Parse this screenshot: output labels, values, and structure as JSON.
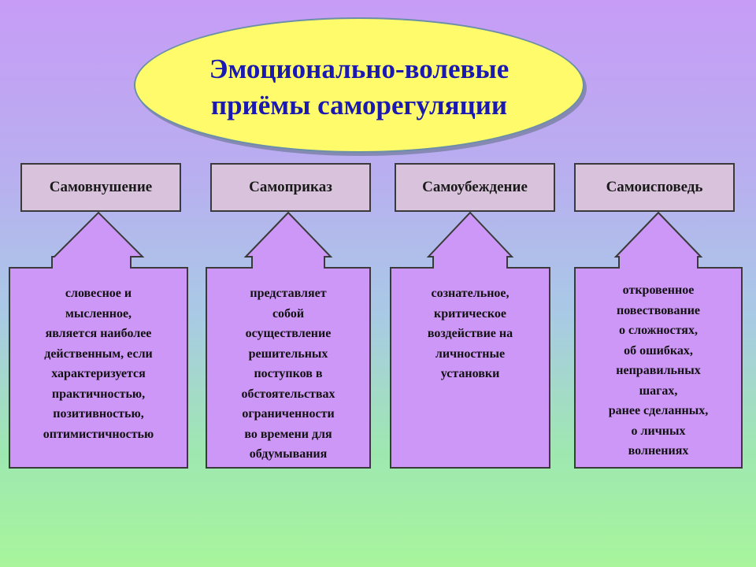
{
  "title": "Эмоционально-волевые\nприёмы саморегуляции",
  "colors": {
    "title_fill": "#fffb6a",
    "title_text": "#1a1ab0",
    "header_fill": "#d9c3dc",
    "callout_fill": "#cd97f7",
    "outline": "#3a3a3a"
  },
  "methods": [
    {
      "label": "Самовнушение",
      "description": "словесное и\nмысленное,\nявляется наиболее\nдейственным, если\nхарактеризуется\nпрактичностью,\nпозитивностью,\nоптимистичностью"
    },
    {
      "label": "Самоприказ",
      "description": "представляет\nсобой\nосуществление\nрешительных\nпоступков в\nобстоятельствах\nограниченности\nво времени для\nобдумывания"
    },
    {
      "label": "Самоубеждение",
      "description": "сознательное,\nкритическое\nвоздействие на\nличностные\nустановки"
    },
    {
      "label": "Самоисповедь",
      "description": "откровенное\nповествование\nо сложностях,\nоб ошибках,\nнеправильных\nшагах,\nранее сделанных,\nо личных\nволнениях"
    }
  ]
}
